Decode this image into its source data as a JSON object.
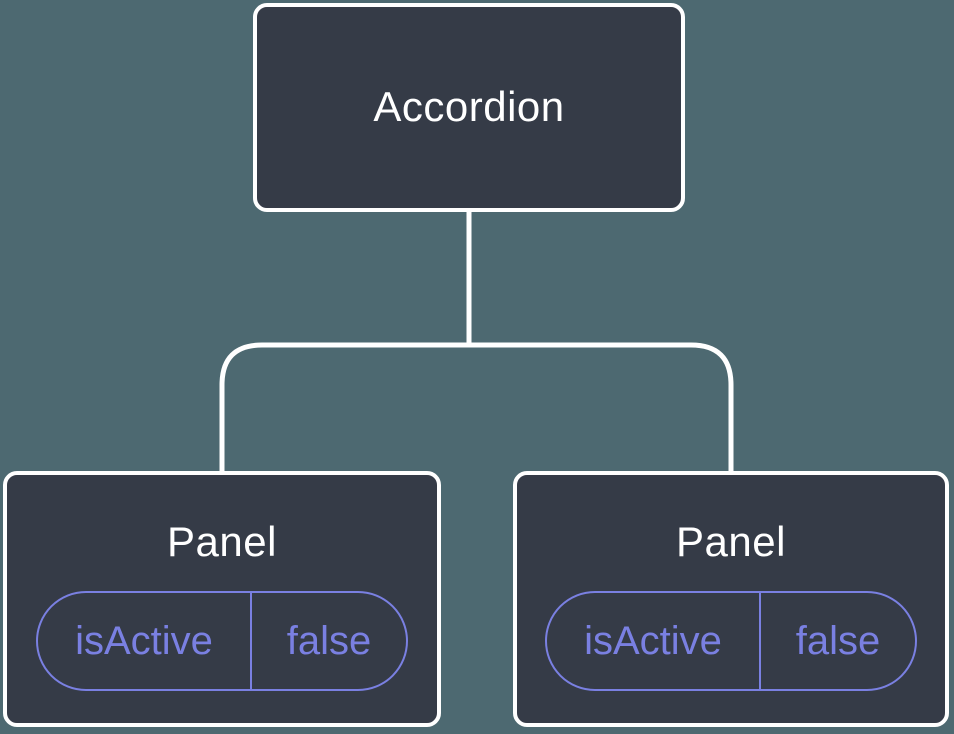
{
  "root": {
    "label": "Accordion"
  },
  "panels": [
    {
      "label": "Panel",
      "state": {
        "name": "isActive",
        "value": "false"
      }
    },
    {
      "label": "Panel",
      "state": {
        "name": "isActive",
        "value": "false"
      }
    }
  ],
  "colors": {
    "background": "#4D6971",
    "node_fill": "#353B47",
    "node_border": "#FFFFFF",
    "label_text": "#FFFFFF",
    "connector": "#FFFFFF",
    "state_accent": "#7A80E2"
  }
}
